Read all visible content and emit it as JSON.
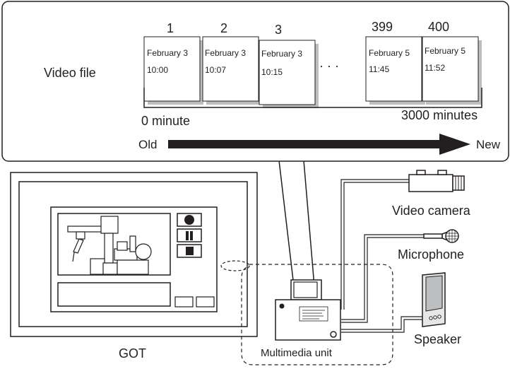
{
  "callout": {
    "row_label": "Video file",
    "files": [
      {
        "number": "1",
        "date": "February 3",
        "time": "10:00"
      },
      {
        "number": "2",
        "date": "February 3",
        "time": "10:07"
      },
      {
        "number": "3",
        "date": "February 3",
        "time": "10:15"
      },
      {
        "number": "399",
        "date": "February 5",
        "time": "11:45"
      },
      {
        "number": "400",
        "date": "February 5",
        "time": "11:52"
      }
    ],
    "ellipsis": "· · ·",
    "start_label": "0 minute",
    "end_label": "3000 minutes",
    "old_label": "Old",
    "new_label": "New"
  },
  "devices": {
    "got_label": "GOT",
    "multimedia_label": "Multimedia unit",
    "video_camera_label": "Video camera",
    "microphone_label": "Microphone",
    "speaker_label": "Speaker"
  }
}
